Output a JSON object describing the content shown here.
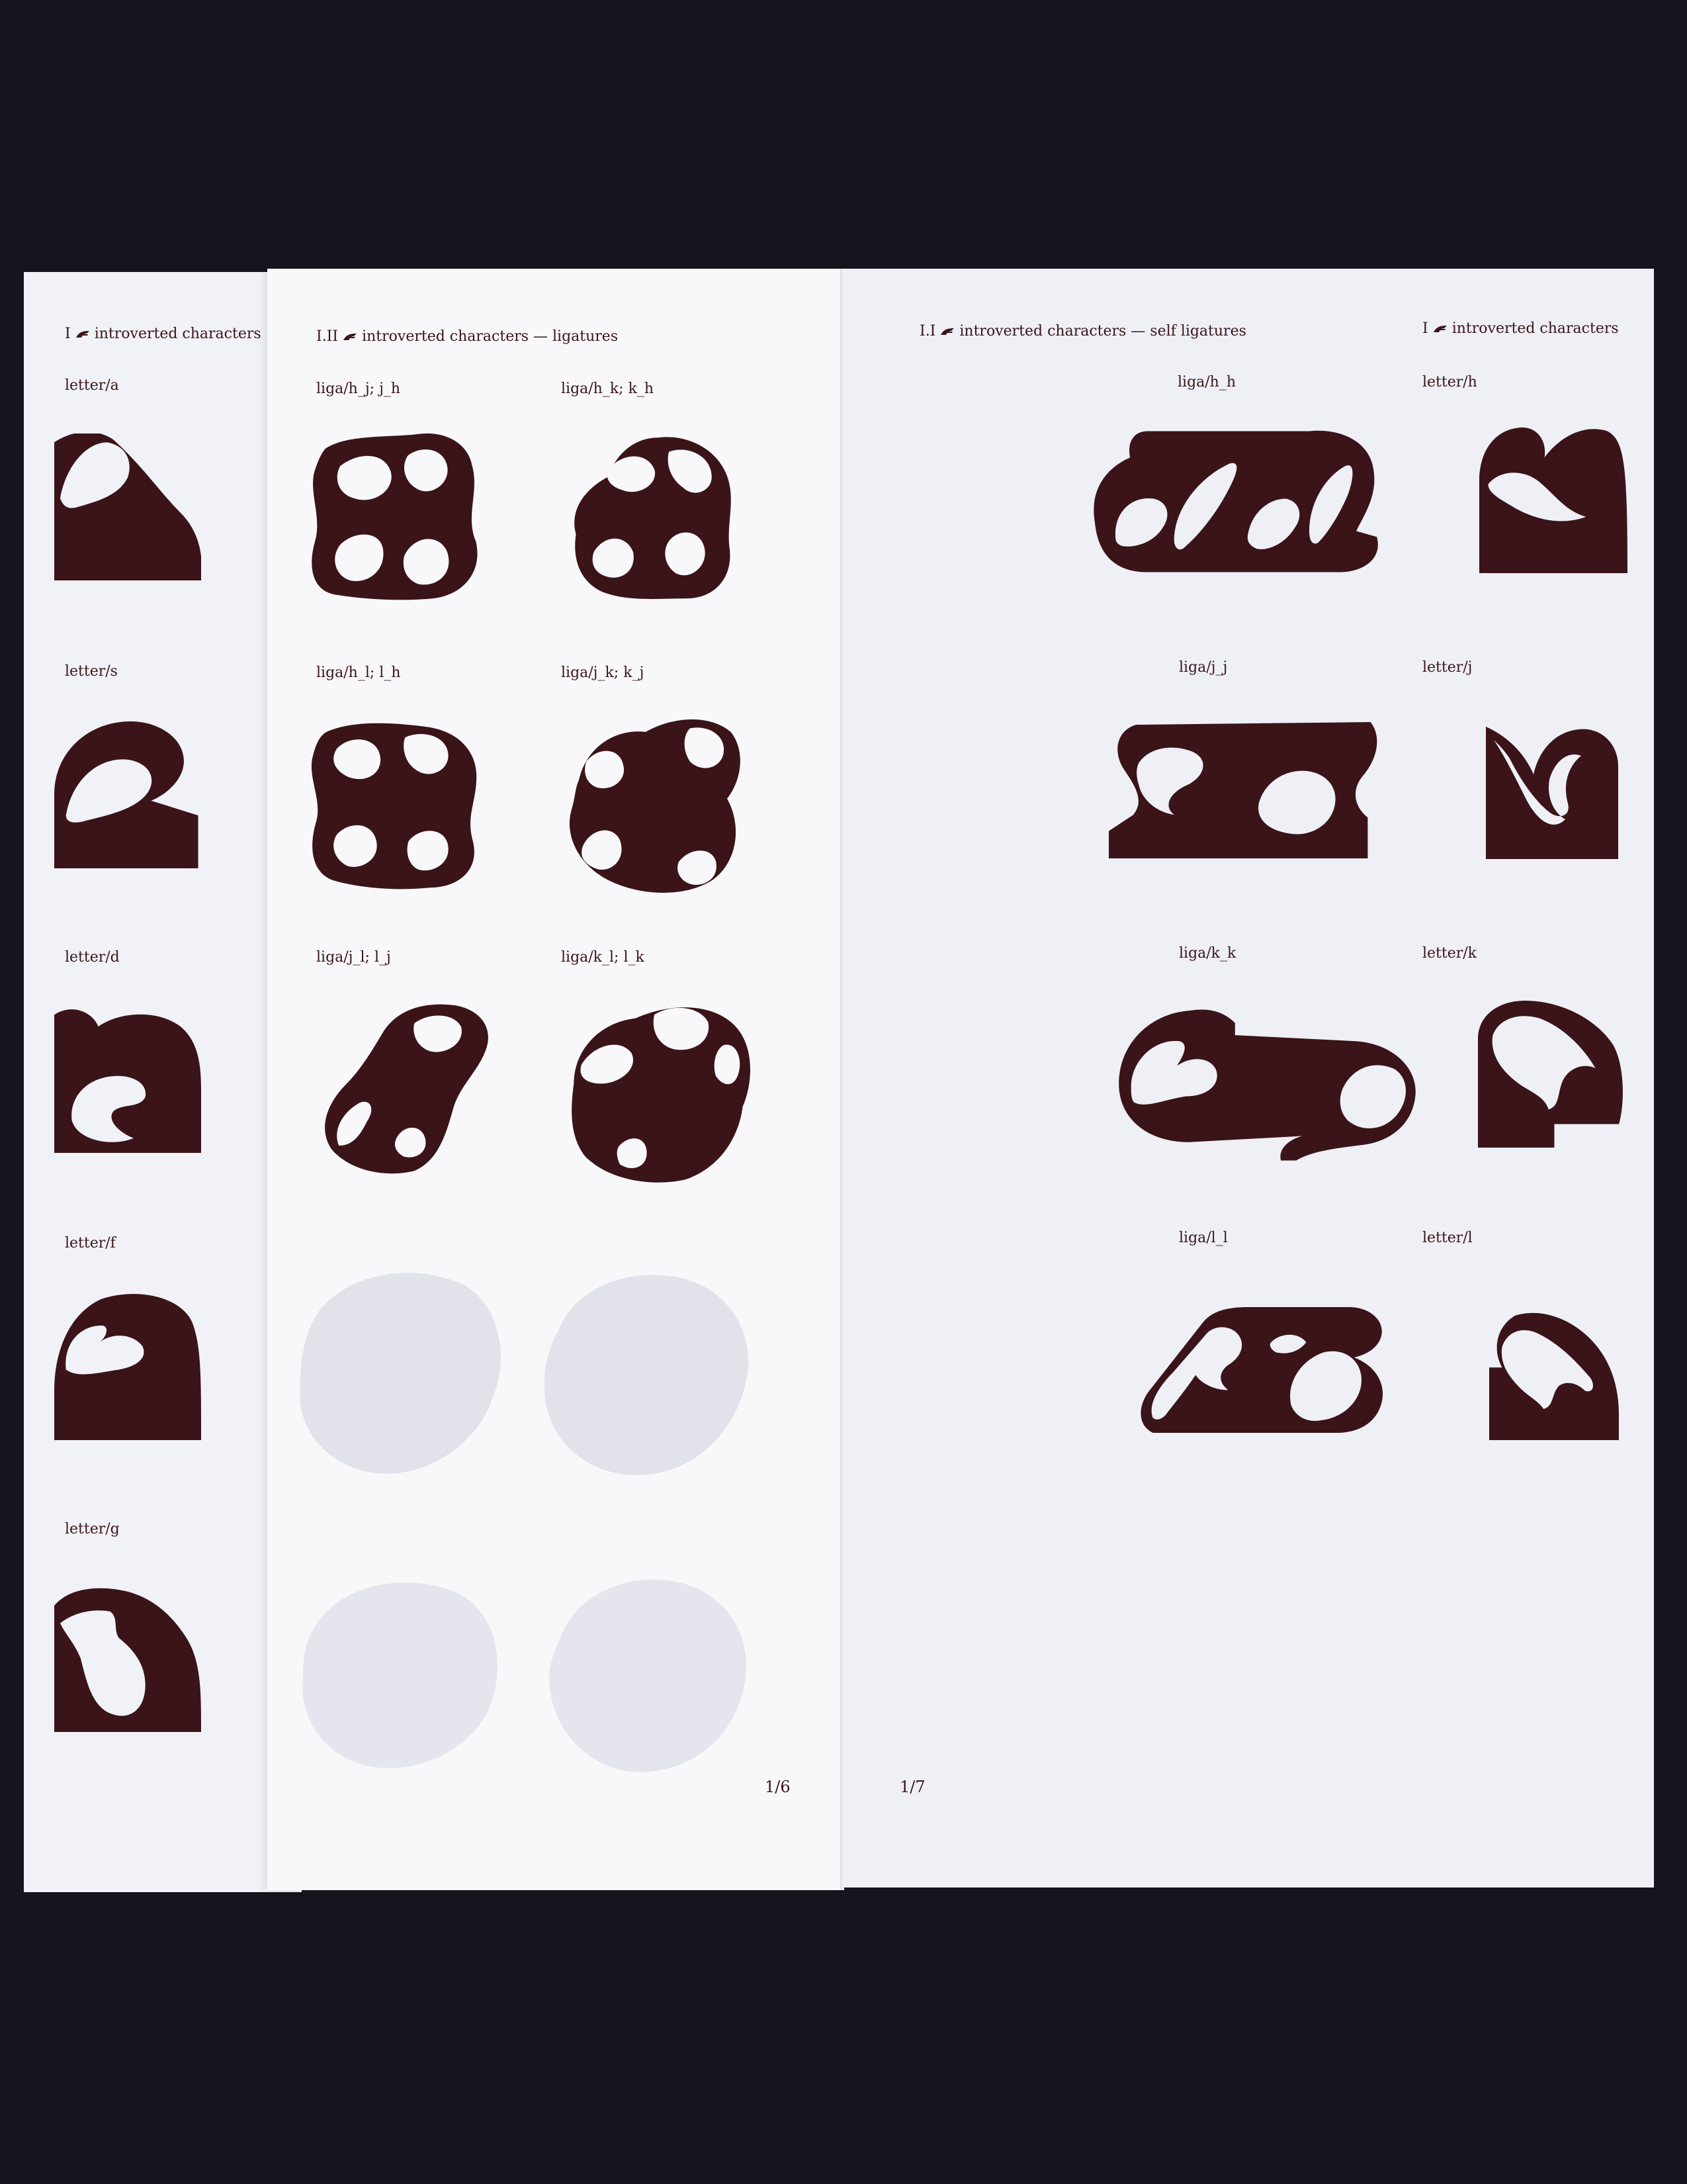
{
  "left_sheet": {
    "header": {
      "numeral": "I",
      "title": "introverted characters"
    },
    "items": [
      {
        "label": "letter/a"
      },
      {
        "label": "letter/s"
      },
      {
        "label": "letter/d"
      },
      {
        "label": "letter/f"
      },
      {
        "label": "letter/g"
      }
    ]
  },
  "middle_sheet": {
    "header": {
      "numeral": "I.II",
      "title": "introverted characters — ligatures"
    },
    "items": [
      {
        "label": "liga/h_j; j_h"
      },
      {
        "label": "liga/h_k; k_h"
      },
      {
        "label": "liga/h_l; l_h"
      },
      {
        "label": "liga/j_k; k_j"
      },
      {
        "label": "liga/j_l; l_j"
      },
      {
        "label": "liga/k_l; l_k"
      }
    ],
    "page_number": "1/6"
  },
  "right_sheet": {
    "header_left": {
      "numeral": "I.I",
      "title": "introverted characters —  self ligatures"
    },
    "header_right": {
      "numeral": "I",
      "title": "introverted characters"
    },
    "pairs": [
      {
        "liga": "liga/h_h",
        "letter": "letter/h"
      },
      {
        "liga": "liga/j_j",
        "letter": "letter/j"
      },
      {
        "liga": "liga/k_k",
        "letter": "letter/k"
      },
      {
        "liga": "liga/l_l",
        "letter": "letter/l"
      }
    ],
    "page_number": "1/7"
  },
  "colors": {
    "ink": "#3a1418",
    "paper": "#f1f2f7",
    "background": "#14151d"
  }
}
